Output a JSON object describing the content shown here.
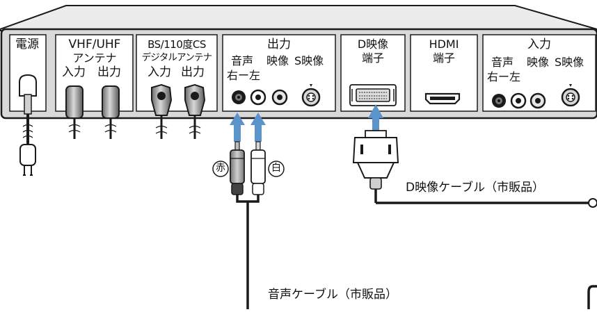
{
  "sections": {
    "power": "電源",
    "vhf_uhf": "VHF/UHF",
    "antenna": "アンテナ",
    "bs_cs": "BS/110度CS",
    "digital_antenna": "デジタルアンテナ",
    "output": "出力",
    "d_video": "D映像",
    "terminal": "端子",
    "hdmi": "HDMI",
    "hdmi_terminal": "端子",
    "input": "入力"
  },
  "ports": {
    "in": "入力",
    "out": "出力",
    "audio": "音声",
    "video": "映像",
    "s_video": "S映像",
    "right_left": "右ー左"
  },
  "markers": {
    "red": "赤",
    "white": "白"
  },
  "cables": {
    "d_video_cable": "D映像ケーブル（市販品）",
    "audio_cable": "音声ケーブル（市販品）"
  },
  "colors": {
    "arrow": "#5b93cb",
    "panel": "#dcdcdc",
    "outline": "#1a1a1a"
  }
}
